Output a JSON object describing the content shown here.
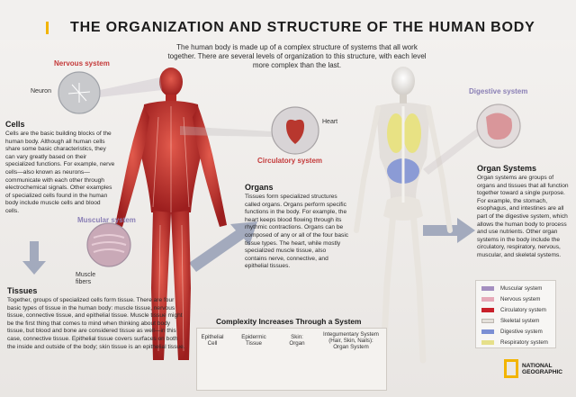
{
  "header": {
    "title": "THE ORGANIZATION AND STRUCTURE OF THE HUMAN BODY",
    "intro": "The human body is made up of a complex structure of systems that all work together. There are several levels of organization to this structure, with each level more complex than the last."
  },
  "labels": {
    "nervous_system": "Nervous system",
    "neuron": "Neuron",
    "heart": "Heart",
    "circulatory_system": "Circulatory system",
    "muscular_system": "Muscular system",
    "muscle_fibers": "Muscle\nfibers",
    "digestive_system": "Digestive system"
  },
  "sections": {
    "cells": {
      "title": "Cells",
      "body": "Cells are the basic building blocks of the human body. Although all human cells share some basic characteristics, they can vary greatly based on their specialized functions. For example, nerve cells—also known as neurons—communicate with each other through electrochemical signals. Other examples of specialized cells found in the human body include muscle cells and blood cells."
    },
    "tissues": {
      "title": "Tissues",
      "body": "Together, groups of specialized cells form tissue. There are four basic types of tissue in the human body: muscle tissue, nervous tissue, connective tissue, and epithelial tissue. Muscle tissue might be the first thing that comes to mind when thinking about body tissue, but blood and bone are considered tissue as well—in this case, connective tissue. Epithelial tissue covers surfaces on both the inside and outside of the body; skin tissue is an epithelial tissue."
    },
    "organs": {
      "title": "Organs",
      "body": "Tissues form specialized structures called organs. Organs perform specific functions in the body. For example, the heart keeps blood flowing through its rhythmic contractions. Organs can be composed of any or all of the four basic tissue types. The heart, while mostly specialized muscle tissue, also contains nerve, connective, and epithelial tissues."
    },
    "organ_systems": {
      "title": "Organ Systems",
      "body": "Organ systems are groups of organs and tissues that all function together toward a single purpose. For example, the stomach, esophagus, and intestines are all part of the digestive system, which allows the human body to process and use nutrients. Other organ systems in the body include the circulatory, respiratory, nervous, muscular, and skeletal systems."
    }
  },
  "legend": [
    {
      "label": "Muscular system",
      "color": "#a48fc0"
    },
    {
      "label": "Nervous system",
      "color": "#e6a9b8"
    },
    {
      "label": "Circulatory system",
      "color": "#c8202a"
    },
    {
      "label": "Skeletal system",
      "color": "#e4e0da"
    },
    {
      "label": "Digestive system",
      "color": "#7b8fd4"
    },
    {
      "label": "Respiratory system",
      "color": "#e6e08a"
    }
  ],
  "complexity": {
    "title": "Complexity Increases Through a System",
    "steps": [
      {
        "label": "Epithelial\nCell"
      },
      {
        "label": "Epidermic\nTissue"
      },
      {
        "label": "Skin:\nOrgan"
      },
      {
        "label": "Integumentary System\n(Hair, Skin, Nails):\nOrgan System"
      }
    ]
  },
  "logo": {
    "text": "NATIONAL\nGEOGRAPHIC",
    "color": "#f2b400"
  }
}
